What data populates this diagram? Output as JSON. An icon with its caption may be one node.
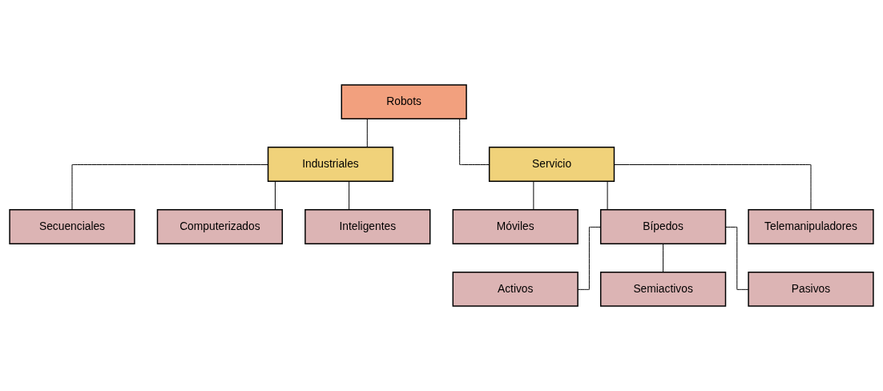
{
  "diagram": {
    "nodes": [
      {
        "text": [
          "Robots"
        ]
      },
      {
        "text": [
          "Industriales"
        ]
      },
      {
        "text": [
          "Servicio"
        ]
      },
      {
        "text": [
          "Secuenciales"
        ]
      },
      {
        "text": [
          "Computerizados"
        ]
      },
      {
        "text": [
          "Inteligentes"
        ]
      },
      {
        "text": [
          "Móviles"
        ]
      },
      {
        "text": [
          "Bípedos"
        ]
      },
      {
        "text": [
          "Telemanipuladores"
        ]
      },
      {
        "text": [
          "Activos"
        ]
      },
      {
        "text": [
          "Semiactivos"
        ]
      },
      {
        "text": [
          "Pasivos"
        ]
      }
    ],
    "edges": [
      {
        "from": 0,
        "to": 1,
        "arrow": "none"
      },
      {
        "from": 0,
        "to": 2,
        "arrow": "none"
      },
      {
        "from": 1,
        "to": 3,
        "arrow": "none"
      },
      {
        "from": 1,
        "to": 4,
        "arrow": "none"
      },
      {
        "from": 1,
        "to": 5,
        "arrow": "none"
      },
      {
        "from": 2,
        "to": 6,
        "arrow": "none"
      },
      {
        "from": 2,
        "to": 7,
        "arrow": "none"
      },
      {
        "from": 2,
        "to": 8,
        "arrow": "none"
      },
      {
        "from": 7,
        "to": 9,
        "arrow": "none"
      },
      {
        "from": 7,
        "to": 10,
        "arrow": "none"
      },
      {
        "from": 7,
        "to": 11,
        "arrow": "none"
      }
    ]
  }
}
